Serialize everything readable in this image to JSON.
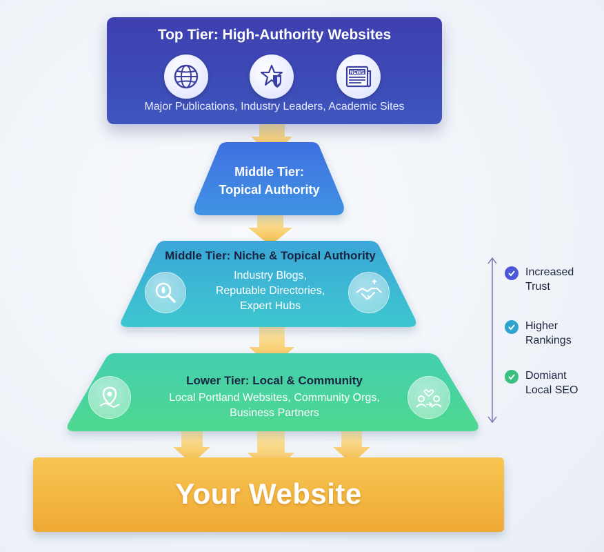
{
  "top_tier": {
    "title": "Top Tier: High-Authority Websites",
    "subtitle": "Major Publications, Industry Leaders, Academic Sites",
    "icons": [
      "globe-icon",
      "star-shield-icon",
      "newspaper-icon"
    ],
    "newspaper_label": "NEWS"
  },
  "middle_tier_1": {
    "line1": "Middle Tier:",
    "line2": "Topical Authority"
  },
  "middle_tier_2": {
    "title": "Middle Tier: Niche & Topical Authority",
    "lines": [
      "Industry Blogs,",
      "Reputable Directories,",
      "Expert Hubs"
    ],
    "icons": [
      "leaf-search-icon",
      "handshake-icon"
    ]
  },
  "lower_tier": {
    "title": "Lower Tier: Local & Community",
    "lines": [
      "Local Portland Websites, Community Orgs,",
      "Business Partners"
    ],
    "icons": [
      "map-pin-icon",
      "community-icon"
    ]
  },
  "website": {
    "label": "Your Website"
  },
  "benefits": [
    {
      "line1": "Increased",
      "line2": "Trust",
      "color": "#4a57d6"
    },
    {
      "line1": "Higher",
      "line2": "Rankings",
      "color": "#2fa3cf"
    },
    {
      "line1": "Domiant",
      "line2": "Local SEO",
      "color": "#39c07f"
    }
  ],
  "colors": {
    "top_tier": "#3e44b4",
    "middle_tier_1": "#3f7fe0",
    "middle_tier_2": "#3cb6d4",
    "lower_tier": "#48d69a",
    "website": "#f2b43a",
    "arrow": "#f5c04a"
  }
}
